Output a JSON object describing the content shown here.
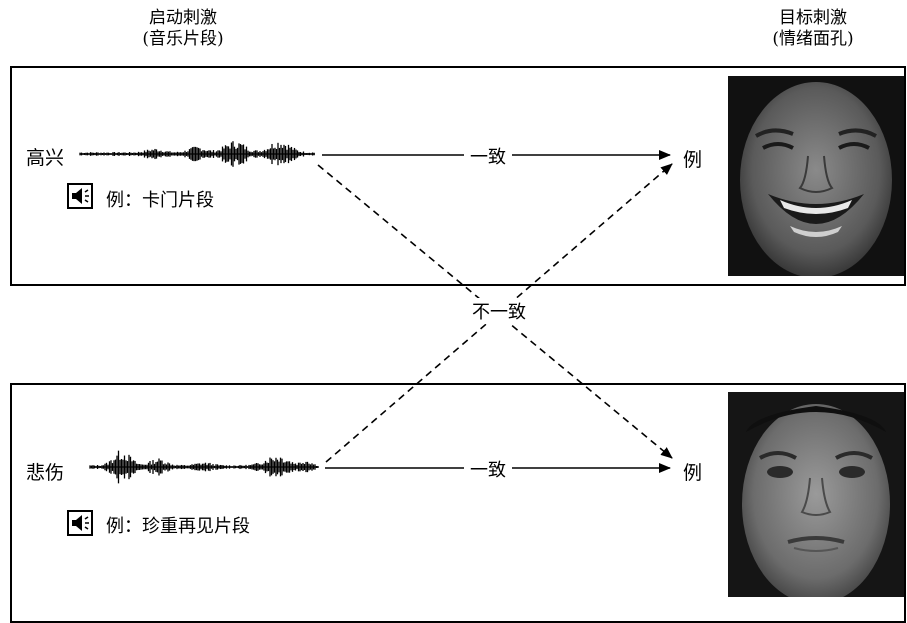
{
  "headers": {
    "prime_title": "启动刺激",
    "prime_subtitle": "(音乐片段)",
    "target_title": "目标刺激",
    "target_subtitle": "(情绪面孔)"
  },
  "top_row": {
    "emotion": "高兴",
    "example_text": "例：卡门片段",
    "arrow_label": "一致",
    "target_label": "例",
    "speaker_icon": "speaker-icon",
    "face": "happy-face"
  },
  "bottom_row": {
    "emotion": "悲伤",
    "example_text": "例：珍重再见片段",
    "arrow_label": "一致",
    "target_label": "例",
    "speaker_icon": "speaker-icon",
    "face": "sad-face"
  },
  "cross_label": "不一致"
}
